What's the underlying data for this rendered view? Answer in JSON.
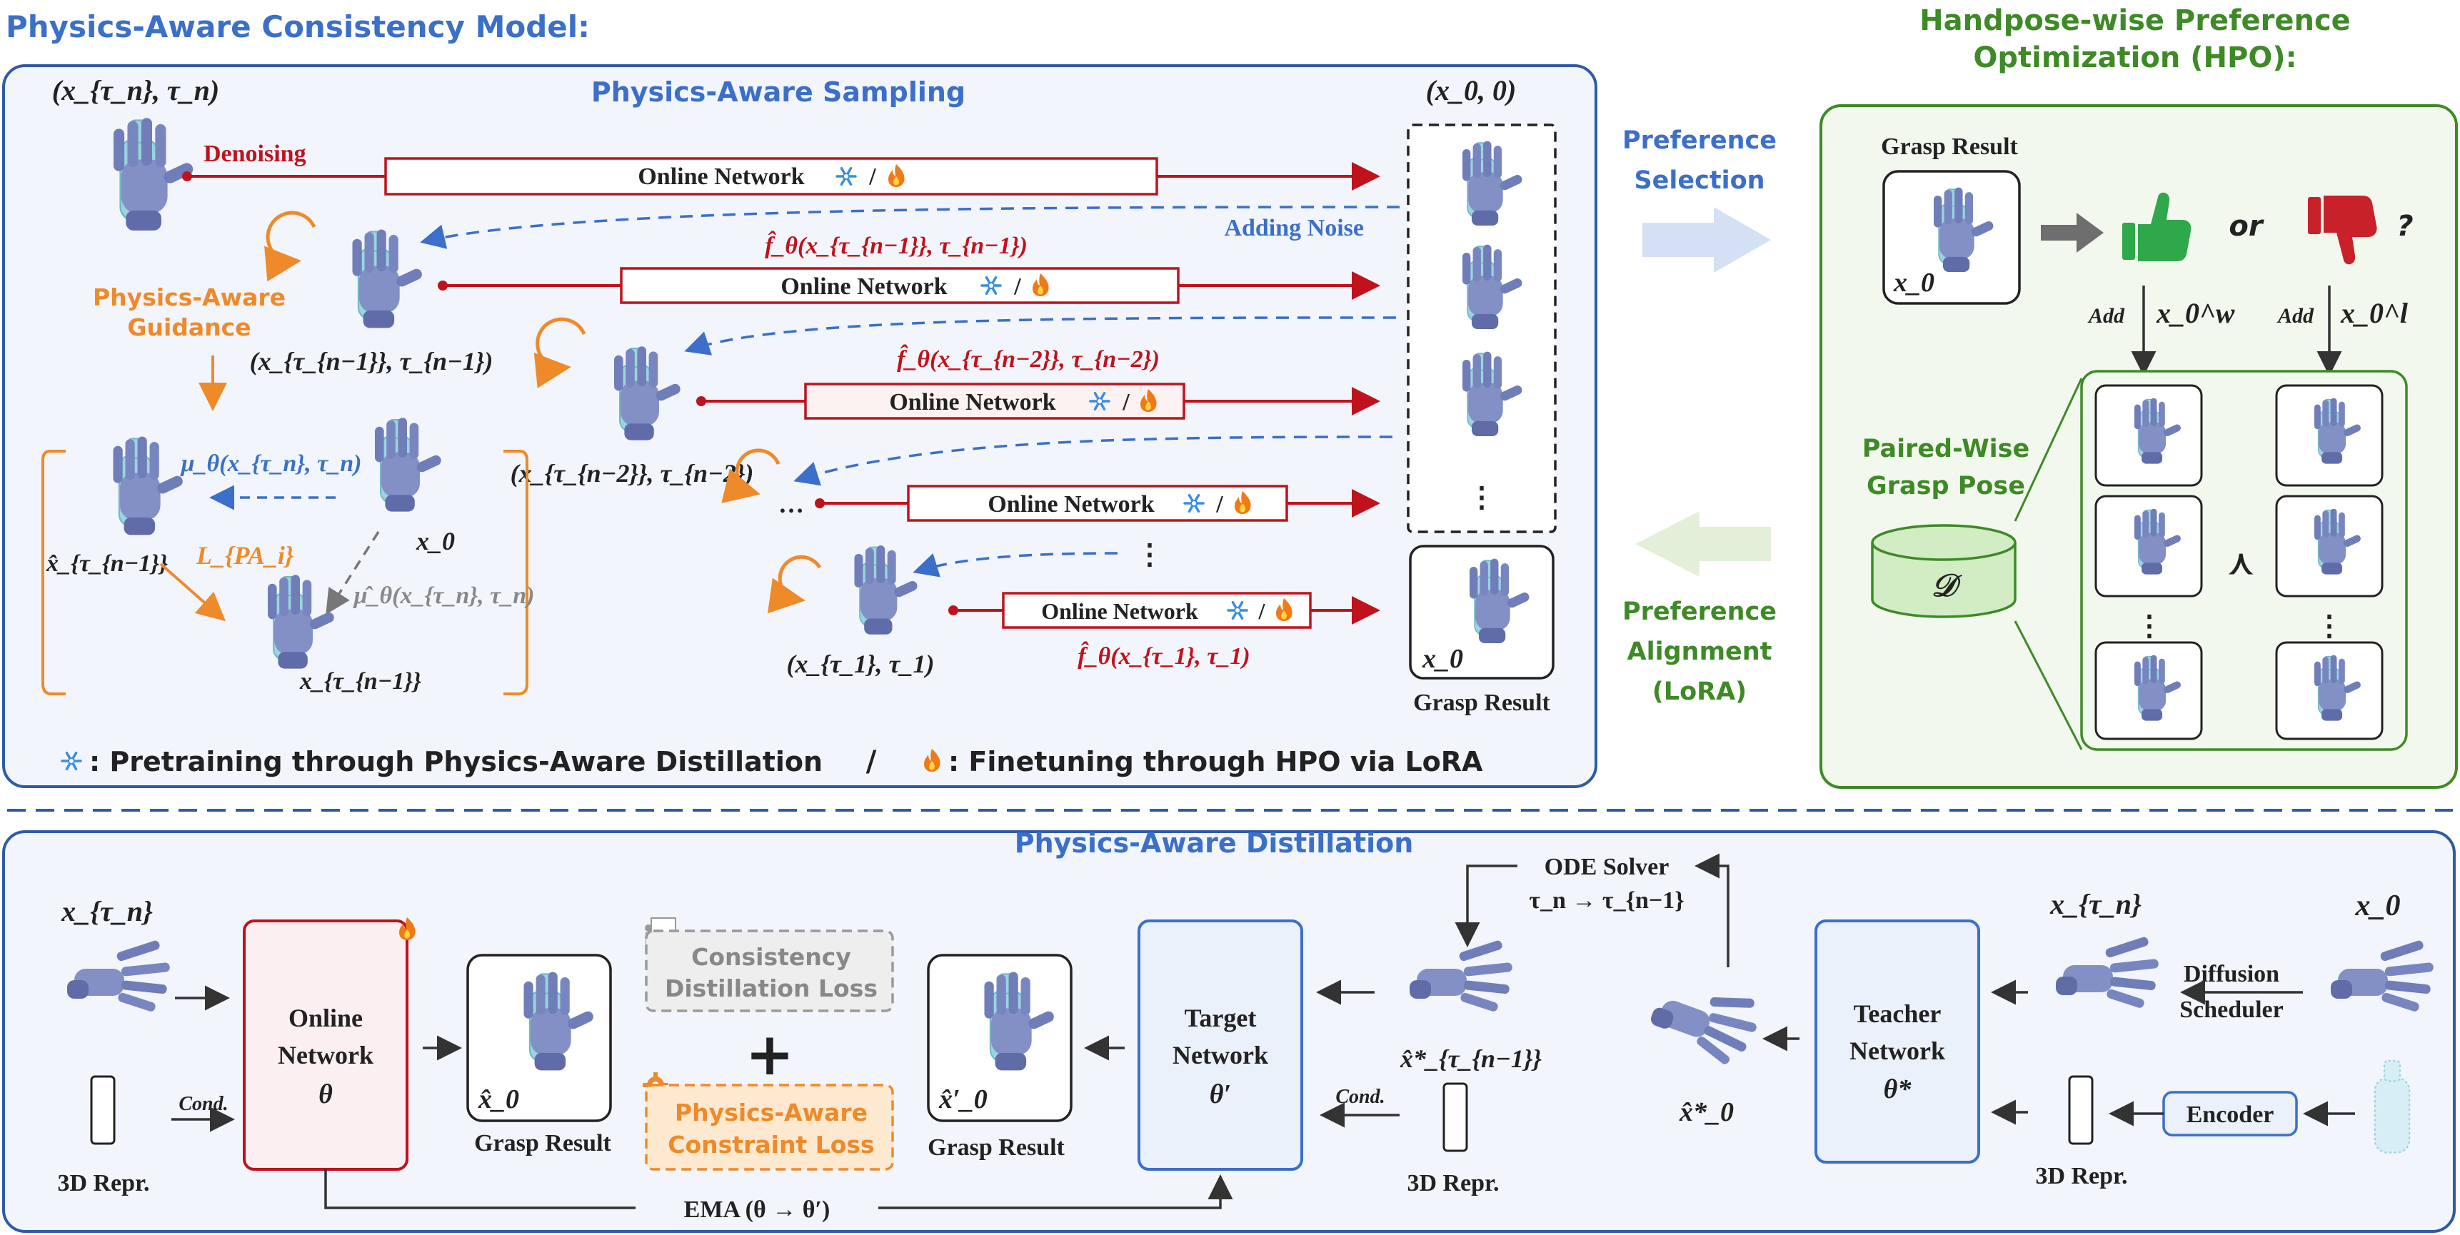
{
  "headings": {
    "main": "Physics-Aware Consistency Model:",
    "hpo_line1": "Handpose-wise Preference",
    "hpo_line2": "Optimization (HPO):"
  },
  "sampling": {
    "title": "Physics-Aware Sampling",
    "start_label": "(x_{τ_n}, τ_n)",
    "end_label": "(x_0, 0)",
    "denoising": "Denoising",
    "adding_noise": "Adding Noise",
    "guidance_line1": "Physics-Aware",
    "guidance_line2": "Guidance",
    "online_network": "Online Network",
    "slash": "/",
    "f_tau_n1": "f̂_θ(x_{τ_{n−1}}, τ_{n−1})",
    "f_tau_n2": "f̂_θ(x_{τ_{n−2}}, τ_{n−2})",
    "f_tau_1": "f̂_θ(x_{τ_1}, τ_1)",
    "state_n1": "(x_{τ_{n−1}}, τ_{n−1})",
    "state_n2": "(x_{τ_{n−2}}, τ_{n−2})",
    "state_1": "(x_{τ_1}, τ_1)",
    "ellipsis": "…",
    "vdots": "⋮",
    "mu": "μ_θ(x_{τ_n}, τ_n)",
    "mu_hat": "μ̂_θ(x_{τ_n}, τ_n)",
    "x0": "x_0",
    "xhat_n1": "x̂_{τ_{n−1}}",
    "x_n1": "x_{τ_{n−1}}",
    "loss": "L_{PA_i}",
    "grasp_result": "Grasp Result",
    "x0_result": "x_0"
  },
  "legend": {
    "snowflake_text": ": Pretraining through Physics-Aware Distillation",
    "separator": "/",
    "fire_text": ": Finetuning through HPO via LoRA"
  },
  "middle": {
    "pref_sel_line1": "Preference",
    "pref_sel_line2": "Selection",
    "pref_align_line1": "Preference",
    "pref_align_line2": "Alignment",
    "pref_align_line3": "(LoRA)"
  },
  "hpo": {
    "grasp_result": "Grasp Result",
    "x0": "x_0",
    "or": "or",
    "question": "?",
    "add": "Add",
    "x0w": "x_0^w",
    "x0l": "x_0^l",
    "paired_line1": "Paired-Wise",
    "paired_line2": "Grasp Pose",
    "dataset": "𝒟",
    "succ": "≻",
    "vdots": "⋮"
  },
  "distillation": {
    "title": "Physics-Aware Distillation",
    "x_tau_n": "x_{τ_n}",
    "cond": "Cond.",
    "repr": "3D Repr.",
    "online_line1": "Online",
    "online_line2": "Network",
    "online_param": "θ",
    "grasp_result": "Grasp Result",
    "xhat0": "x̂_0",
    "xhat0_prime": "x̂′_0",
    "consistency_line1": "Consistency",
    "consistency_line2": "Distillation Loss",
    "plus": "+",
    "physics_line1": "Physics-Aware",
    "physics_line2": "Constraint Loss",
    "target_line1": "Target",
    "target_line2": "Network",
    "target_param": "θ′",
    "ema": "EMA (θ → θ′)",
    "ode_line1": "ODE Solver",
    "ode_line2": "τ_n → τ_{n−1}",
    "xhat_star_n1": "x̂*_{τ_{n−1}}",
    "xhat0_star": "x̂*_0",
    "teacher_line1": "Teacher",
    "teacher_line2": "Network",
    "teacher_param": "θ*",
    "diffusion_line1": "Diffusion",
    "diffusion_line2": "Scheduler",
    "encoder": "Encoder",
    "x0": "x_0"
  },
  "colors": {
    "blue": "#3b6fc9",
    "red": "#c0121c",
    "orange": "#ee8a2a",
    "green": "#3e8a26",
    "panel_blue": "#f2f5fb",
    "panel_green": "#f3f8ee",
    "hand": "#7e8bc2",
    "bottle": "#9ad4e0"
  }
}
